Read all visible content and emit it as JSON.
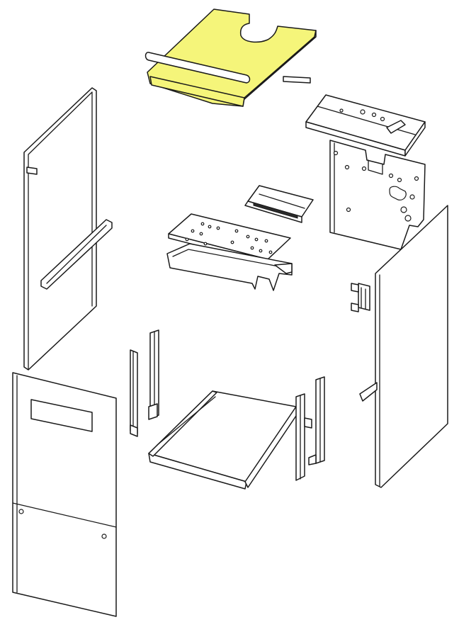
{
  "diagram": {
    "type": "exploded-assembly",
    "highlight_color": "#f5f57a",
    "outline_color": "#1a1a1a",
    "parts": [
      {
        "id": "top-panel",
        "highlighted": true
      },
      {
        "id": "left-side-panel",
        "highlighted": false
      },
      {
        "id": "front-panel",
        "highlighted": false
      },
      {
        "id": "rear-panel",
        "highlighted": false
      },
      {
        "id": "right-side-panel",
        "highlighted": false
      },
      {
        "id": "top-bracket",
        "highlighted": false
      },
      {
        "id": "small-bracket",
        "highlighted": false
      },
      {
        "id": "perforated-plate",
        "highlighted": false
      },
      {
        "id": "support-channel",
        "highlighted": false
      },
      {
        "id": "base-tray",
        "highlighted": false
      },
      {
        "id": "left-rails",
        "highlighted": false
      },
      {
        "id": "right-rails",
        "highlighted": false
      },
      {
        "id": "terminal-clip",
        "highlighted": false
      }
    ]
  }
}
